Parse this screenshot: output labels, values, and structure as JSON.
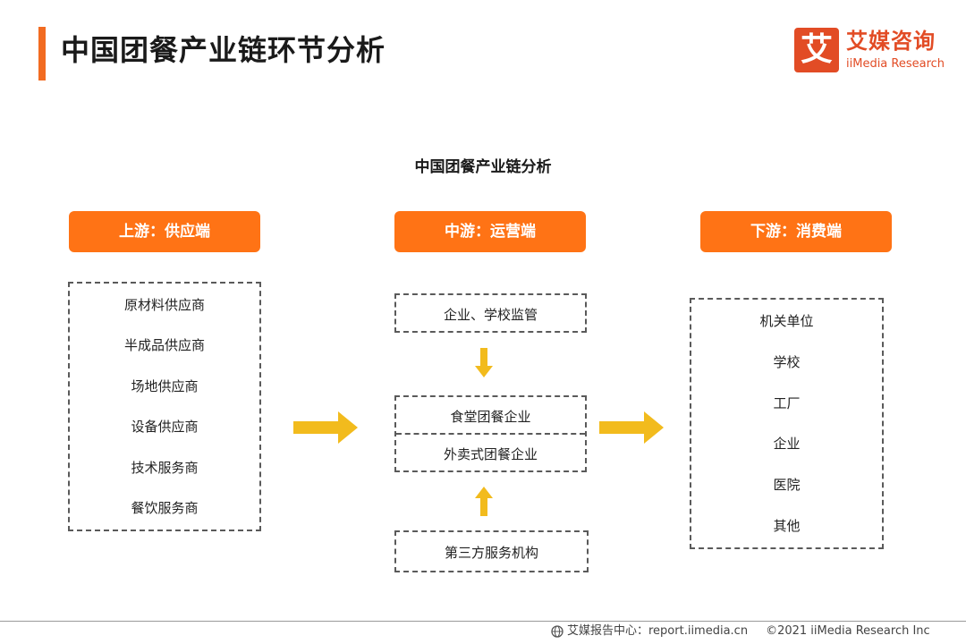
{
  "header": {
    "title": "中国团餐产业链环节分析"
  },
  "logo": {
    "mark": "艾",
    "name_cn": "艾媒咨询",
    "name_en": "iiMedia Research"
  },
  "diagram": {
    "title": "中国团餐产业链分析",
    "upstream": {
      "label": "上游：供应端",
      "items": [
        "原材料供应商",
        "半成品供应商",
        "场地供应商",
        "设备供应商",
        "技术服务商",
        "餐饮服务商"
      ]
    },
    "midstream": {
      "label": "中游：运营端",
      "regulation": "企业、学校监管",
      "canteen": "食堂团餐企业",
      "takeaway": "外卖式团餐企业",
      "third_party": "第三方服务机构"
    },
    "downstream": {
      "label": "下游：消费端",
      "items": [
        "机关单位",
        "学校",
        "工厂",
        "企业",
        "医院",
        "其他"
      ]
    }
  },
  "footer": {
    "source": "艾媒报告中心：report.iimedia.cn",
    "copyright": "©2021  iiMedia Research  Inc"
  },
  "colors": {
    "accent": "#F26B21",
    "stage": "#FF7315",
    "arrow": "#F2BB1D",
    "logo": "#E24C25"
  }
}
